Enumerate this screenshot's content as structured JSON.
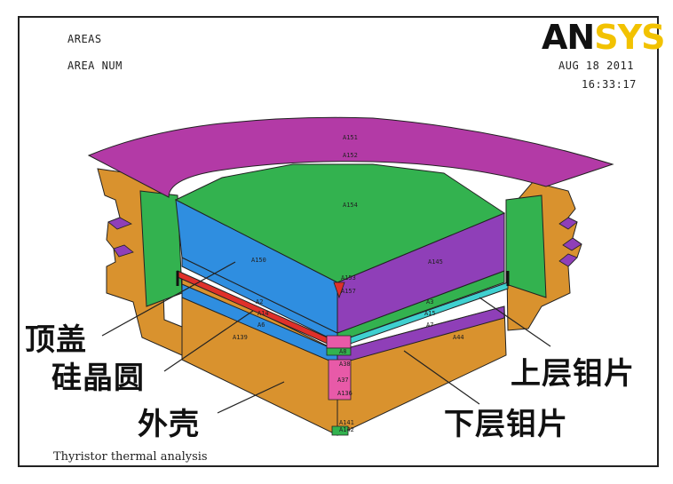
{
  "header": {
    "mode": "AREAS",
    "numbering": "AREA NUM",
    "date": "AUG 18 2011",
    "time": "16:33:17"
  },
  "logo": {
    "an": "AN",
    "sys": "SYS"
  },
  "footer": {
    "caption": "Thyristor thermal analysis"
  },
  "callouts": {
    "top_cover": "顶盖",
    "silicon_wafer": "硅晶圆",
    "housing": "外壳",
    "upper_mo": "上层钼片",
    "lower_mo": "下层钼片"
  },
  "area_labels": {
    "a151": "A151",
    "a152": "A152",
    "a154": "A154",
    "a150": "A150",
    "a145": "A145",
    "a153": "A153",
    "a157": "A157",
    "a2": "A2",
    "a14": "A14",
    "a6": "A6",
    "a139": "A139",
    "a3": "A3",
    "a15": "A15",
    "a7": "A7",
    "a44": "A44",
    "a8": "A8",
    "a38": "A38",
    "a37": "A37",
    "a136": "A136",
    "a141": "A141",
    "a142": "A142"
  },
  "colors": {
    "top_cover": "#b33aa6",
    "green": "#33b24f",
    "blue": "#2f8ee0",
    "purple": "#8f3fb8",
    "housing": "#d9922e",
    "red": "#e0302a",
    "cyan": "#3fd0d0",
    "pink": "#e85aa8"
  }
}
